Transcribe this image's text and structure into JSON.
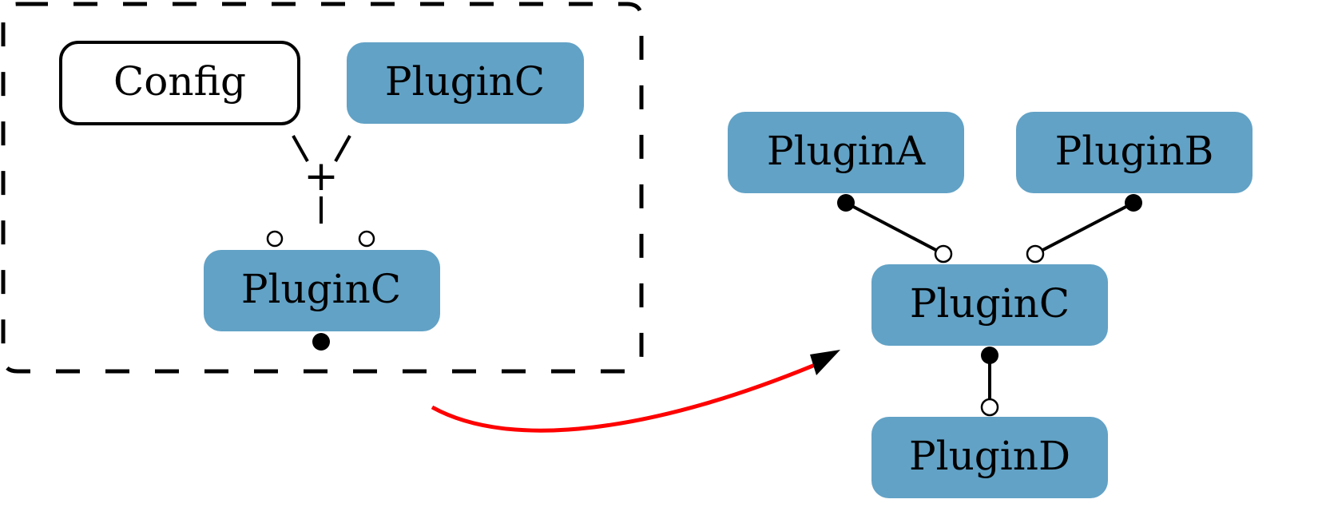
{
  "colors": {
    "plugin_fill": "#62a2c6",
    "config_fill": "#ffffff",
    "stroke": "#000000",
    "transform_arrow": "#ff0000"
  },
  "before": {
    "group_style": "dashed",
    "nodes": {
      "config": "Config",
      "plugin_c_top": "PluginC",
      "plugin_c_bottom": "PluginC"
    },
    "combine_symbol": "+"
  },
  "after": {
    "nodes": {
      "plugin_a": "PluginA",
      "plugin_b": "PluginB",
      "plugin_c": "PluginC",
      "plugin_d": "PluginD"
    },
    "edges": [
      {
        "from": "PluginA",
        "to": "PluginC"
      },
      {
        "from": "PluginB",
        "to": "PluginC"
      },
      {
        "from": "PluginC",
        "to": "PluginD"
      }
    ]
  }
}
